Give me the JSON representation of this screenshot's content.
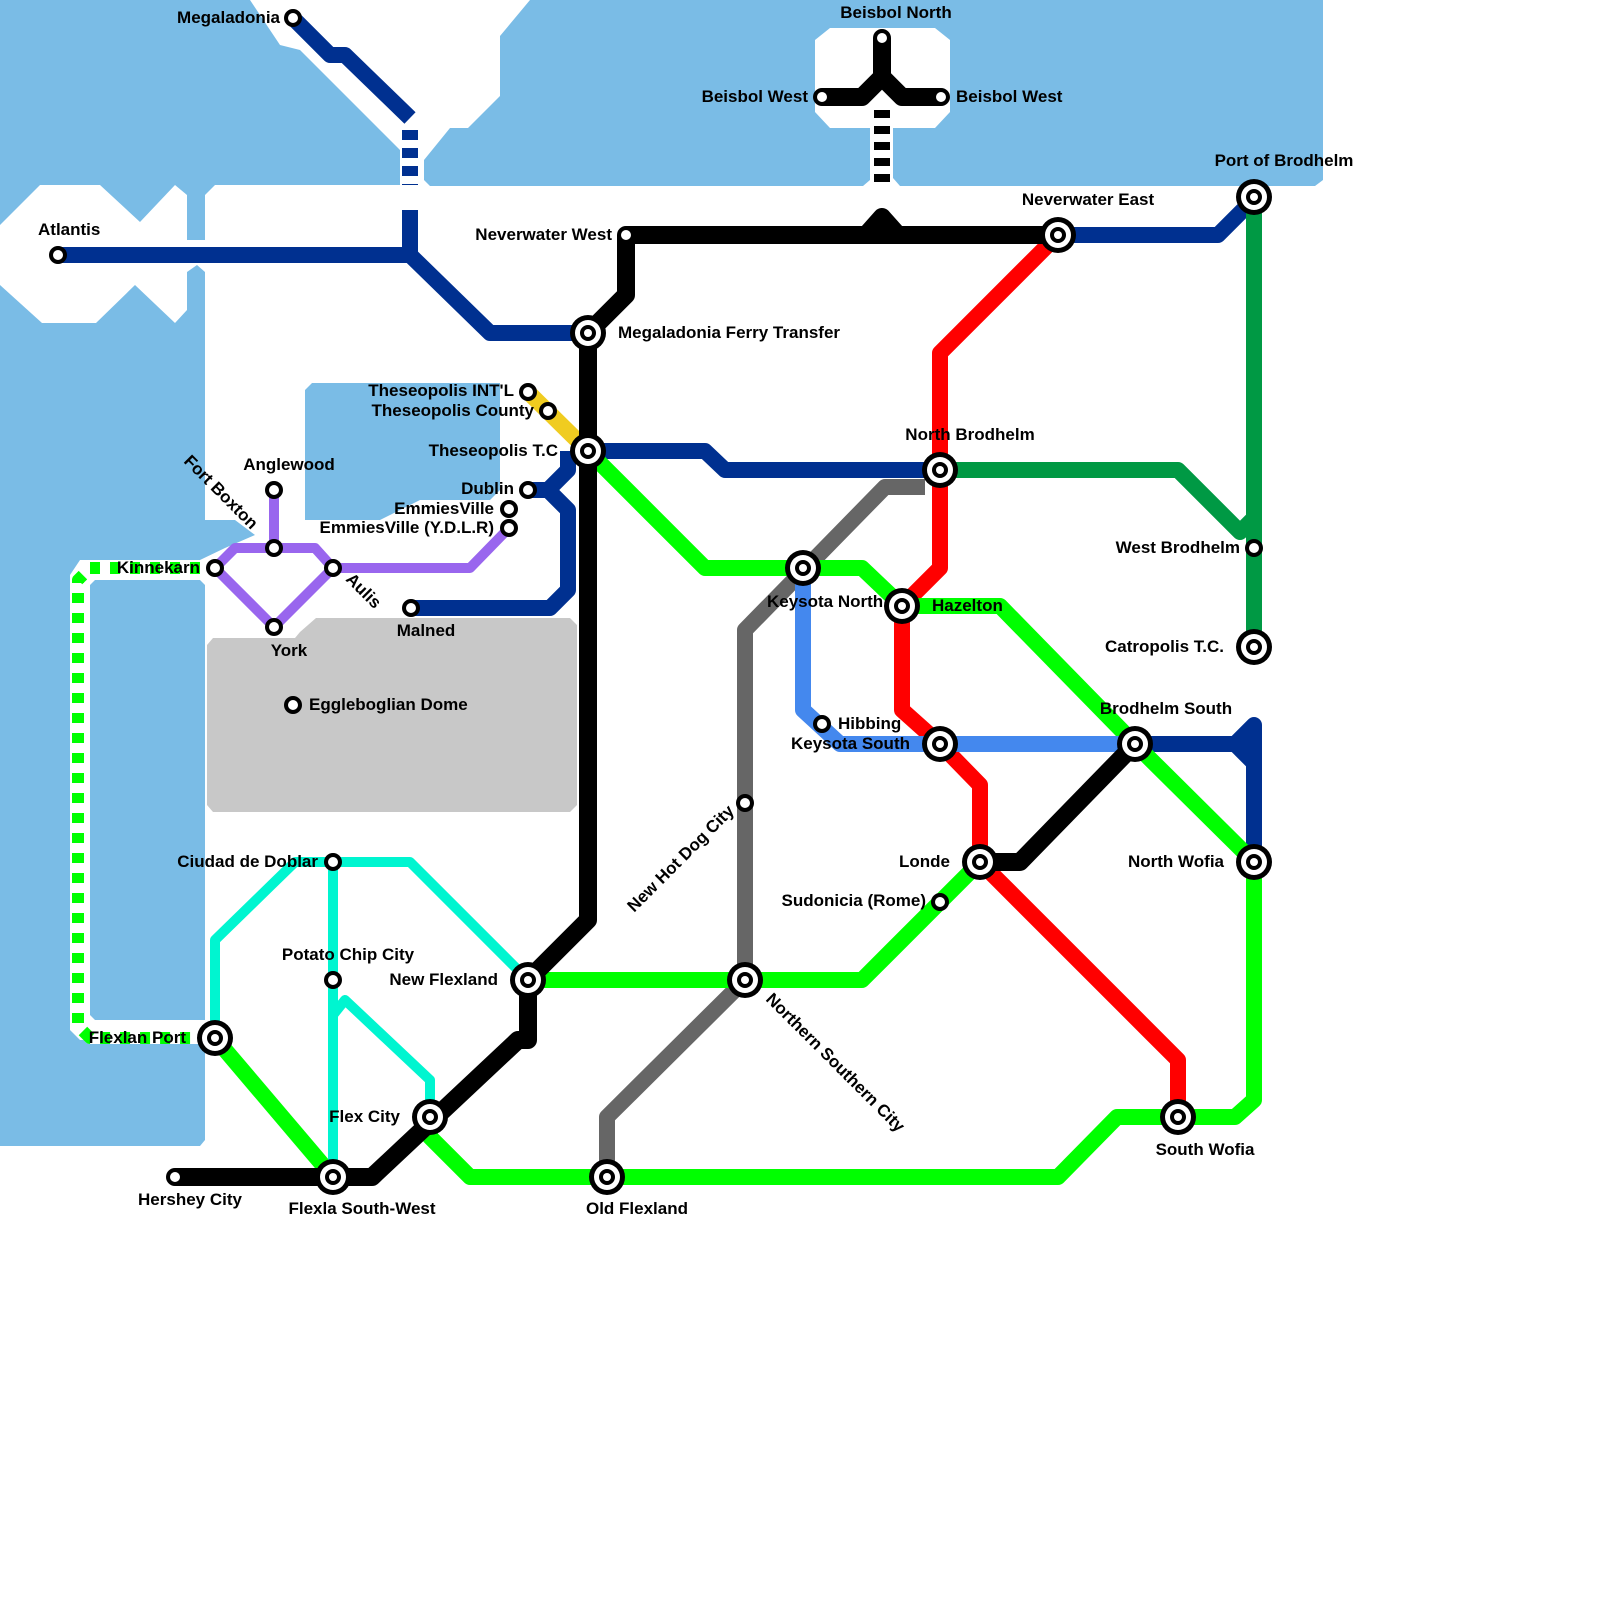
{
  "colors": {
    "water": "#7abce6",
    "park": "#c8c8c8",
    "background": "#ffffff"
  },
  "lines": [
    {
      "id": "navy",
      "color": "#003090"
    },
    {
      "id": "dark-green",
      "color": "#009944"
    },
    {
      "id": "red",
      "color": "#ff0000"
    },
    {
      "id": "black",
      "color": "#000000"
    },
    {
      "id": "gray",
      "color": "#666666"
    },
    {
      "id": "lime",
      "color": "#00ff00"
    },
    {
      "id": "blue",
      "color": "#4488ee"
    },
    {
      "id": "purple",
      "color": "#9966ee"
    },
    {
      "id": "cyan",
      "color": "#00f5d0"
    },
    {
      "id": "yellow",
      "color": "#f0cc20"
    }
  ],
  "stations": [
    {
      "name": "Megaladonia",
      "interchange": false
    },
    {
      "name": "Atlantis",
      "interchange": false
    },
    {
      "name": "Beisbol North",
      "interchange": false
    },
    {
      "name": "Beisbol West",
      "interchange": false
    },
    {
      "name": "Beisbol West",
      "interchange": false
    },
    {
      "name": "Neverwater West",
      "interchange": false
    },
    {
      "name": "Neverwater East",
      "interchange": true
    },
    {
      "name": "Port of Brodhelm",
      "interchange": true
    },
    {
      "name": "Megaladonia Ferry Transfer",
      "interchange": true
    },
    {
      "name": "Theseopolis INT'L",
      "interchange": false
    },
    {
      "name": "Theseopolis County",
      "interchange": false
    },
    {
      "name": "Theseopolis T.C",
      "interchange": true
    },
    {
      "name": "Dublin",
      "interchange": false
    },
    {
      "name": "EmmiesVille",
      "interchange": false
    },
    {
      "name": "EmmiesVille (Y.D.L.R)",
      "interchange": false
    },
    {
      "name": "Anglewood",
      "interchange": false
    },
    {
      "name": "Fort Boxton",
      "interchange": false
    },
    {
      "name": "Kinnekarn",
      "interchange": false
    },
    {
      "name": "Aulis",
      "interchange": false
    },
    {
      "name": "York",
      "interchange": false
    },
    {
      "name": "Malned",
      "interchange": false
    },
    {
      "name": "Eggleboglian Dome",
      "interchange": false
    },
    {
      "name": "North Brodhelm",
      "interchange": true
    },
    {
      "name": "West Brodhelm",
      "interchange": false
    },
    {
      "name": "Keysota North",
      "interchange": true
    },
    {
      "name": "Hazelton",
      "interchange": true
    },
    {
      "name": "Catropolis T.C.",
      "interchange": true
    },
    {
      "name": "Hibbing",
      "interchange": false
    },
    {
      "name": "Keysota South",
      "interchange": true
    },
    {
      "name": "Brodhelm South",
      "interchange": true
    },
    {
      "name": "New Hot Dog City",
      "interchange": false
    },
    {
      "name": "Londe",
      "interchange": true
    },
    {
      "name": "North Wofia",
      "interchange": true
    },
    {
      "name": "Sudonicia (Rome)",
      "interchange": false
    },
    {
      "name": "Ciudad de Doblar",
      "interchange": false
    },
    {
      "name": "Potato Chip City",
      "interchange": false
    },
    {
      "name": "New Flexland",
      "interchange": true
    },
    {
      "name": "Northern Southern City",
      "interchange": true
    },
    {
      "name": "Flexlan Port",
      "interchange": true
    },
    {
      "name": "Flex City",
      "interchange": true
    },
    {
      "name": "South Wofia",
      "interchange": true
    },
    {
      "name": "Hershey City",
      "interchange": false
    },
    {
      "name": "Flexla South-West",
      "interchange": true
    },
    {
      "name": "Old Flexland",
      "interchange": true
    }
  ]
}
